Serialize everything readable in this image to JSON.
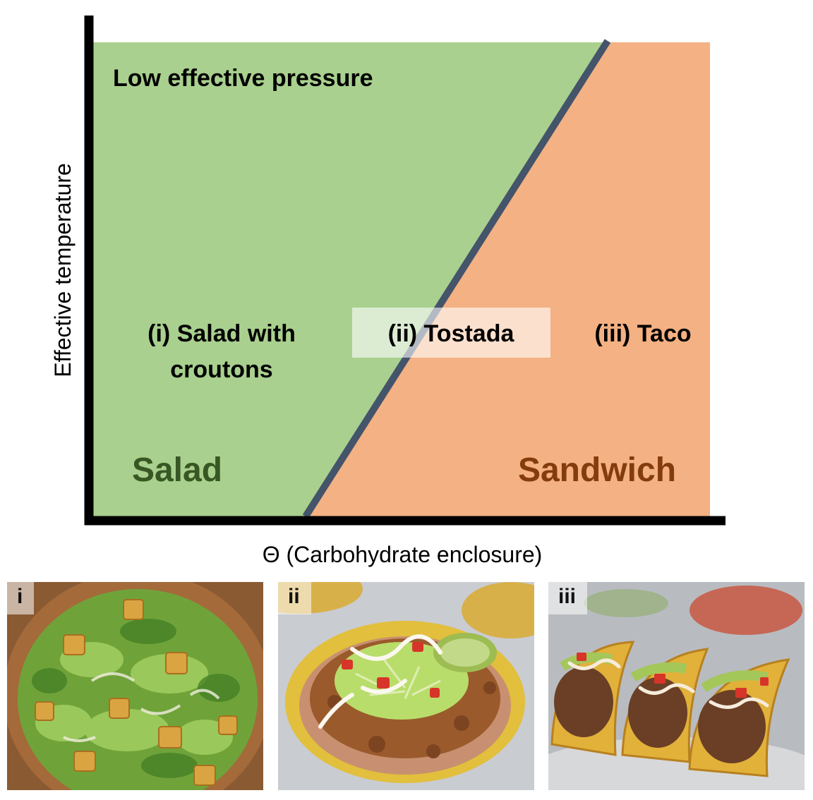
{
  "diagram": {
    "region_label_top": "Low effective pressure",
    "y_axis_label": "Effective temperature",
    "x_axis_label": "Θ (Carbohydrate enclosure)",
    "salad_region_label": "Salad",
    "sandwich_region_label": "Sandwich",
    "examples": [
      {
        "line1": "(i) Salad with",
        "line2": "croutons"
      },
      {
        "line1": "(ii) Tostada"
      },
      {
        "line1": "(iii) Taco"
      }
    ]
  },
  "photos": [
    {
      "label": "i",
      "subject": "caesar salad with croutons"
    },
    {
      "label": "ii",
      "subject": "tostada"
    },
    {
      "label": "iii",
      "subject": "tacos"
    }
  ],
  "colors": {
    "salad_region": "#a9d08e",
    "sandwich_region": "#f4b183",
    "boundary_line": "#44546a",
    "salad_text": "#385723",
    "sandwich_text": "#843c0c",
    "axis": "#000000"
  }
}
